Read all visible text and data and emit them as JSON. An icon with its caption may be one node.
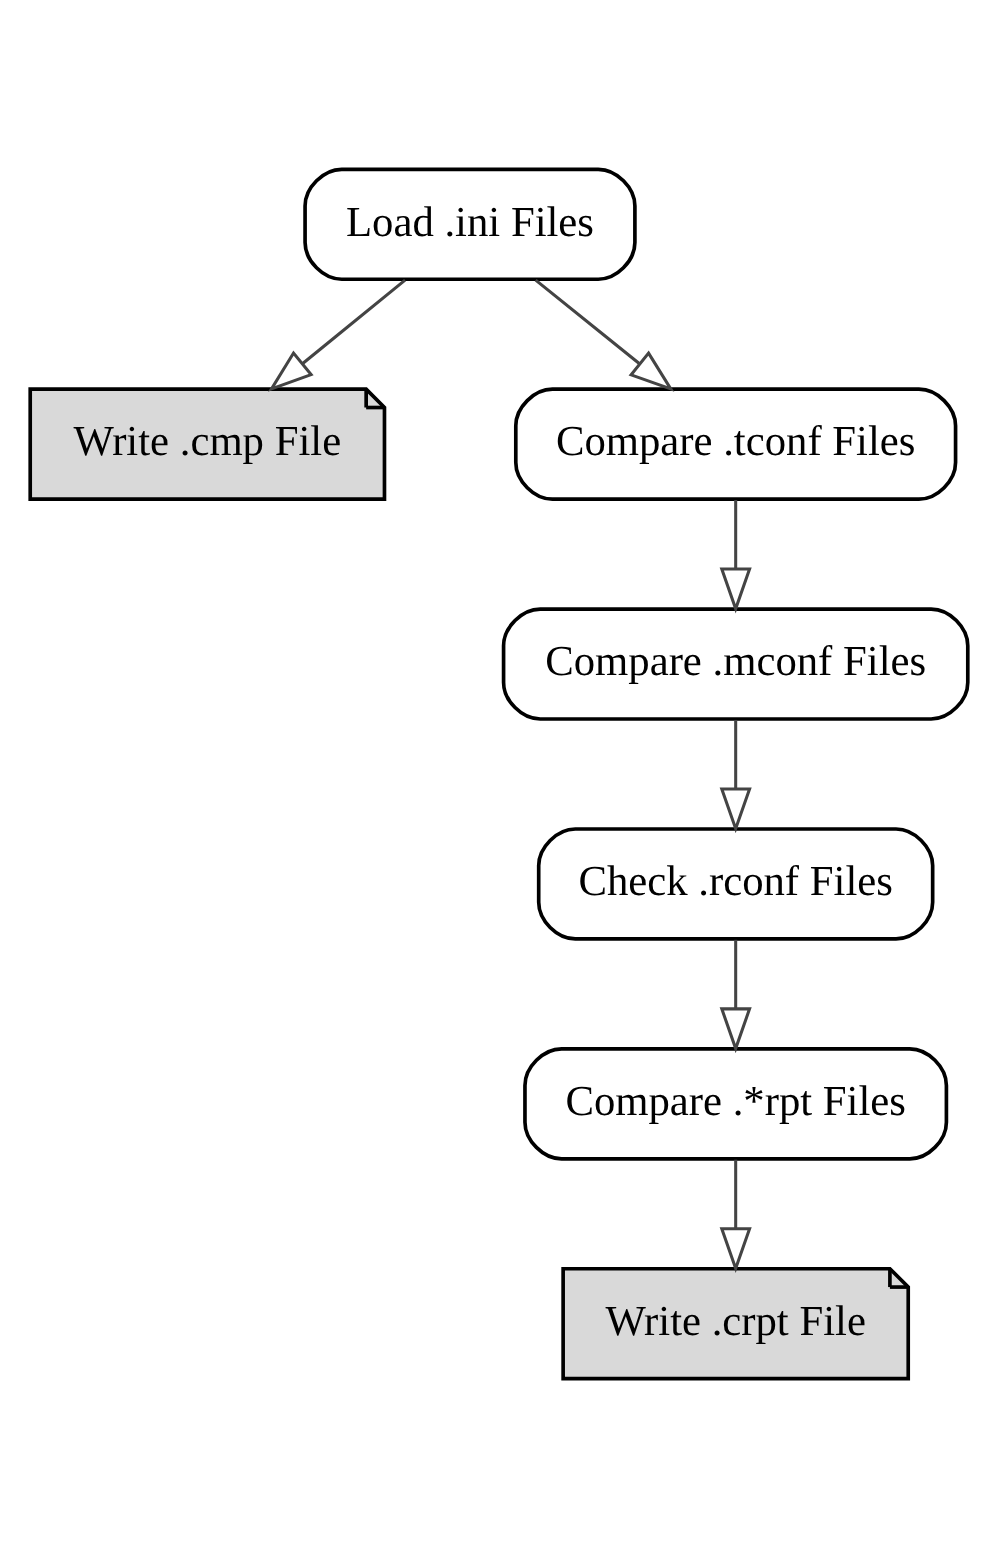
{
  "diagram": {
    "nodes": [
      {
        "text": [
          "Load .ini Files"
        ]
      },
      {
        "text": [
          "Write .cmp File"
        ]
      },
      {
        "text": [
          "Compare .tconf Files"
        ]
      },
      {
        "text": [
          "Compare .mconf Files"
        ]
      },
      {
        "text": [
          "Check .rconf Files"
        ]
      },
      {
        "text": [
          "Compare .*rpt Files"
        ]
      },
      {
        "text": [
          "Write .crpt File"
        ]
      }
    ],
    "edges": [
      {
        "from": 0,
        "to": 1,
        "arrow": "to"
      },
      {
        "from": 0,
        "to": 2,
        "arrow": "to"
      },
      {
        "from": 2,
        "to": 3,
        "arrow": "to"
      },
      {
        "from": 3,
        "to": 4,
        "arrow": "to"
      },
      {
        "from": 4,
        "to": 5,
        "arrow": "to"
      },
      {
        "from": 5,
        "to": 6,
        "arrow": "to"
      }
    ]
  }
}
